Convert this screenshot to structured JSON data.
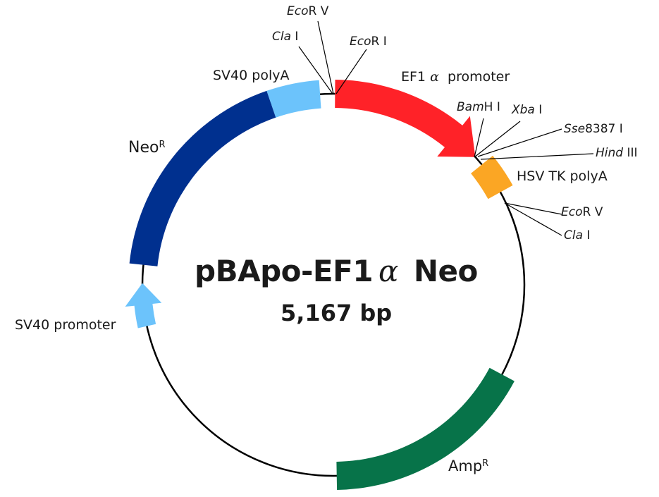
{
  "plasmid": {
    "name_prefix": "pBApo-EF1",
    "name_alpha": "α",
    "name_suffix": "Neo",
    "size": "5,167 bp",
    "size_bp": 5167
  },
  "features": [
    {
      "id": "ef1a-promoter",
      "label_main": "EF1",
      "label_alpha": "α",
      "label_rest": "promoter",
      "type": "arrow",
      "color": "#ff2228",
      "start_deg": 0.5,
      "end_deg": 48
    },
    {
      "id": "hsv-tk-polya",
      "label": "HSV TK polyA",
      "type": "block",
      "color": "#fba624",
      "start_deg": 51,
      "end_deg": 61
    },
    {
      "id": "ampr",
      "label": "Amp",
      "label_sup": "R",
      "type": "block",
      "color": "#077349",
      "start_deg": 118,
      "end_deg": 179
    },
    {
      "id": "sv40-promoter",
      "label": "SV40 promoter",
      "type": "arrow",
      "color": "#6cc3fb",
      "start_deg": 260,
      "end_deg": 268
    },
    {
      "id": "neor",
      "label": "Neo",
      "label_sup": "R",
      "type": "block",
      "color": "#00308f",
      "start_deg": 276,
      "end_deg": 341
    },
    {
      "id": "sv40-polya",
      "label": "SV40 polyA",
      "type": "block",
      "color": "#6cc3fb",
      "start_deg": 341,
      "end_deg": 356
    }
  ],
  "sites": {
    "top": [
      {
        "italic": "Eco",
        "rest": "R V"
      },
      {
        "italic": "Cla",
        "rest": " I"
      },
      {
        "italic": "Eco",
        "rest": "R I"
      }
    ],
    "mcs": [
      {
        "italic": "Bam",
        "rest": "H I"
      },
      {
        "italic": "Xba",
        "rest": " I"
      },
      {
        "italic": "Sse",
        "rest": "8387 I"
      },
      {
        "italic": "Hind",
        "rest": " III"
      }
    ],
    "after_tk": [
      {
        "italic": "Eco",
        "rest": "R V"
      },
      {
        "italic": "Cla",
        "rest": " I"
      }
    ]
  },
  "colors": {
    "backbone": "#000000",
    "ef1a": "#ff2228",
    "hsv_tk": "#fba624",
    "ampr": "#077349",
    "neor": "#00308f",
    "sv40": "#6cc3fb"
  }
}
